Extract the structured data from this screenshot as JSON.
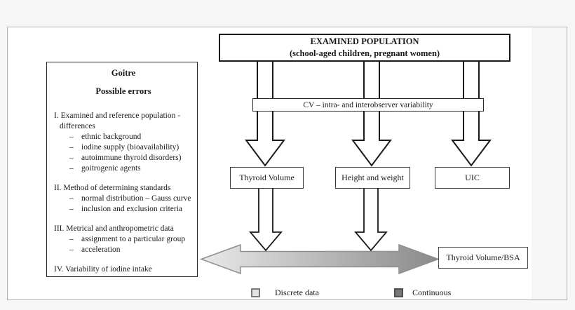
{
  "figure": {
    "top_box": {
      "line1": "EXAMINED POPULATION",
      "line2": "(school-aged children, pregnant women)"
    },
    "errors_panel": {
      "title1": "Goitre",
      "title2": "Possible errors",
      "dash": "–",
      "sections": [
        {
          "header_lines": [
            "I. Examined and reference population -",
            "differences"
          ],
          "items": [
            "ethnic background",
            "iodine supply (bioavailability)",
            "autoimmune thyroid disorders)",
            "goitrogenic agents"
          ]
        },
        {
          "header_lines": [
            "II. Method of determining standards"
          ],
          "items": [
            "normal distribution – Gauss curve",
            "inclusion and exclusion criteria"
          ]
        },
        {
          "header_lines": [
            "III. Metrical and anthropometric data"
          ],
          "items": [
            "assignment to a particular group",
            "acceleration"
          ]
        },
        {
          "header_lines": [
            "IV. Variability of iodine intake"
          ],
          "items": []
        }
      ]
    },
    "cv_bar": {
      "label": "CV – intra- and interobserver variability"
    },
    "measure_boxes": [
      "Thyroid Volume",
      "Height and weight",
      "UIC"
    ],
    "result_box": {
      "label": "Thyroid Volume/BSA"
    },
    "legend": [
      {
        "label": "Discrete data",
        "swatch_color": "#e3e3e3"
      },
      {
        "label": "Continuous",
        "swatch_color": "#787878"
      }
    ],
    "colors": {
      "outline": "#1a1a1a",
      "arrow_fill": "#ffffff",
      "gradient_arrow_start": "#e9e9e9",
      "gradient_arrow_end": "#8a8a8a",
      "gradient_arrow_stroke": "#8f8f8f",
      "frame_border": "#b3b3b3",
      "page_background": "#f6f6f7"
    }
  }
}
